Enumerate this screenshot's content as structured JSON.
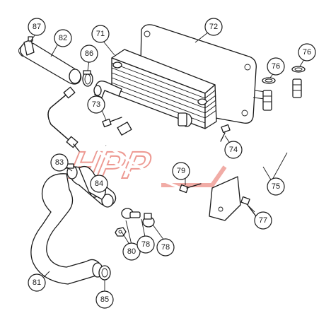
{
  "watermark": "HPP",
  "callouts": [
    {
      "id": "c87",
      "label": "87"
    },
    {
      "id": "c82",
      "label": "82"
    },
    {
      "id": "c71",
      "label": "71"
    },
    {
      "id": "c72",
      "label": "72"
    },
    {
      "id": "c86",
      "label": "86"
    },
    {
      "id": "c76a",
      "label": "76"
    },
    {
      "id": "c76b",
      "label": "76"
    },
    {
      "id": "c73",
      "label": "73"
    },
    {
      "id": "c74",
      "label": "74"
    },
    {
      "id": "c83",
      "label": "83"
    },
    {
      "id": "c79",
      "label": "79"
    },
    {
      "id": "c84",
      "label": "84"
    },
    {
      "id": "c75",
      "label": "75"
    },
    {
      "id": "c77",
      "label": "77"
    },
    {
      "id": "c80",
      "label": "80"
    },
    {
      "id": "c78a",
      "label": "78"
    },
    {
      "id": "c78b",
      "label": "78"
    },
    {
      "id": "c81",
      "label": "81"
    },
    {
      "id": "c85",
      "label": "85"
    }
  ]
}
